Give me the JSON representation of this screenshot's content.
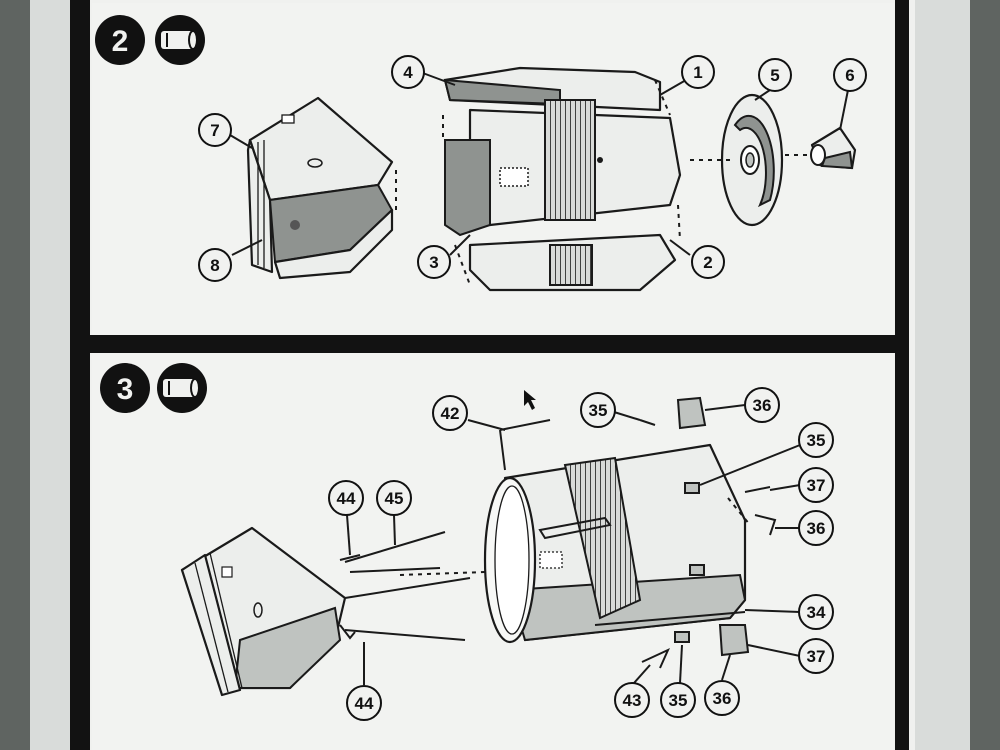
{
  "steps": [
    {
      "number": "2",
      "callouts": [
        "1",
        "2",
        "3",
        "4",
        "5",
        "6",
        "7",
        "8"
      ]
    },
    {
      "number": "3",
      "callouts": [
        "35",
        "36",
        "35",
        "37",
        "36",
        "34",
        "37",
        "36",
        "35",
        "43",
        "42",
        "44",
        "45",
        "44"
      ]
    }
  ]
}
